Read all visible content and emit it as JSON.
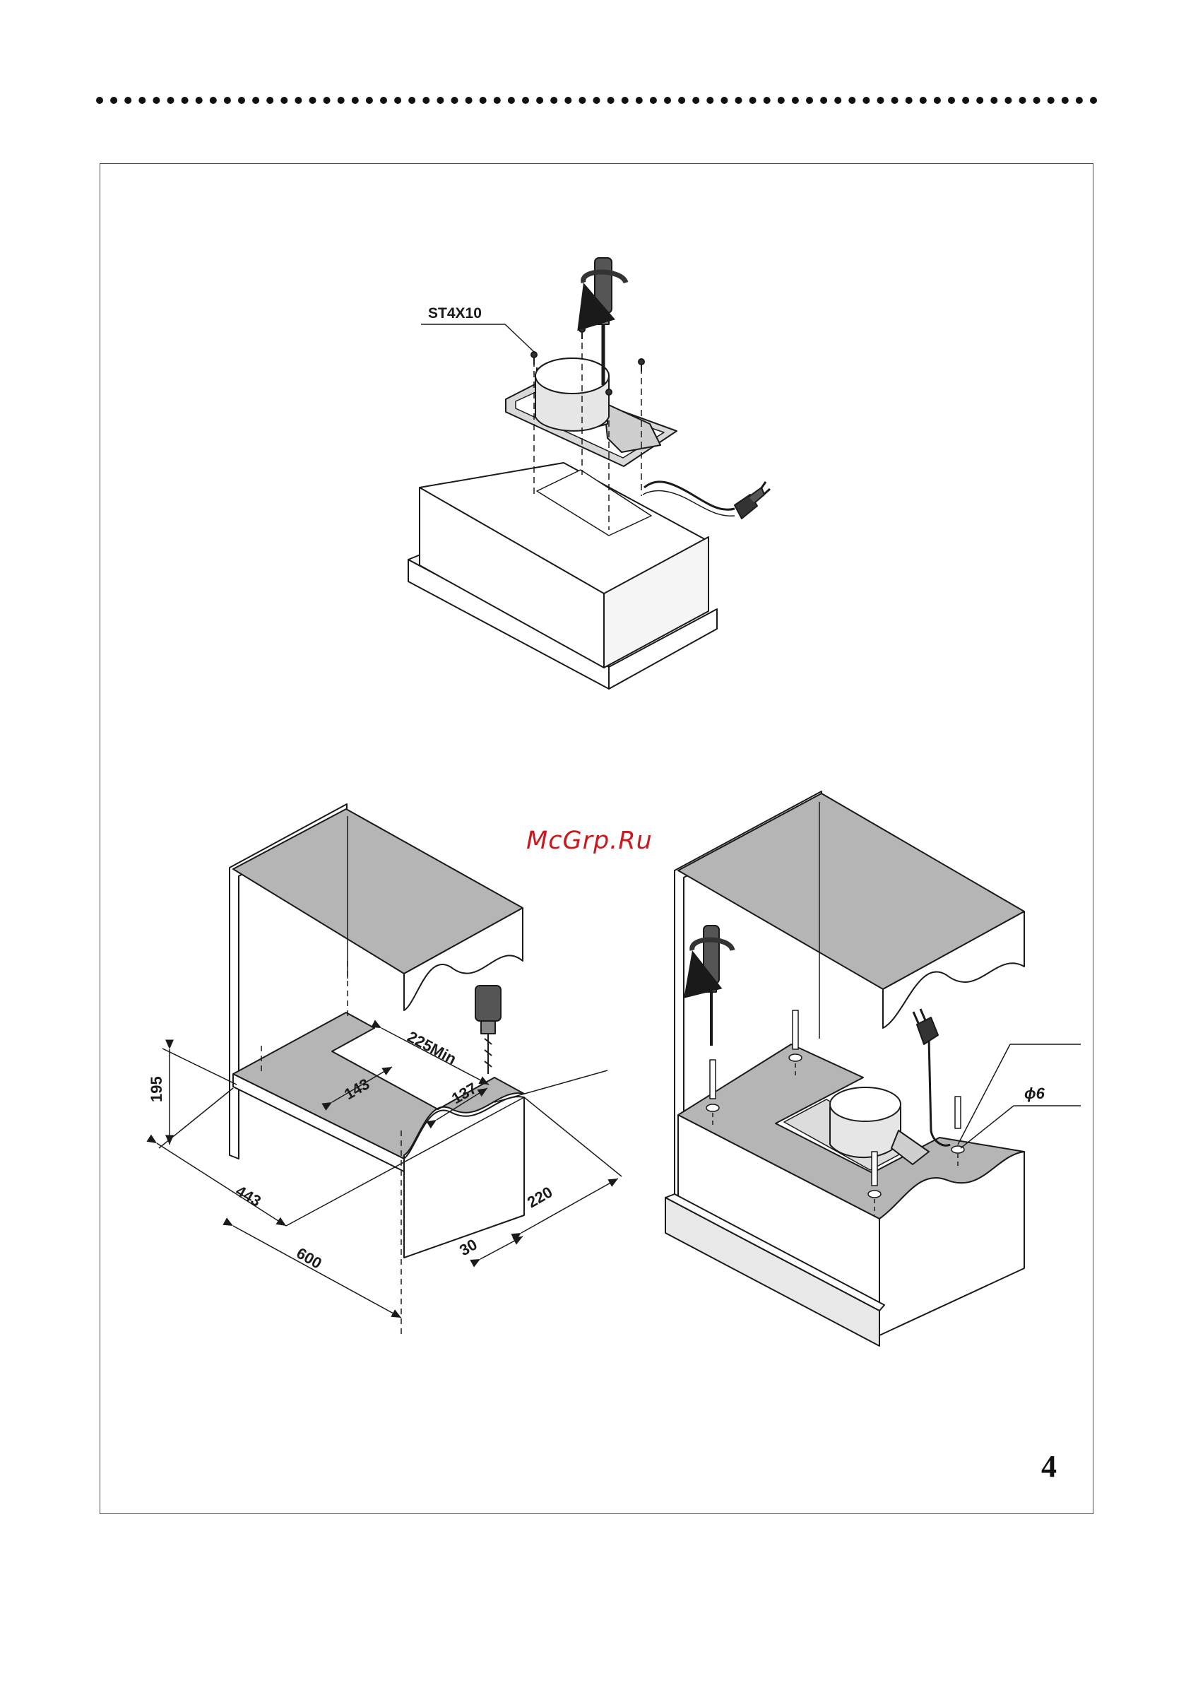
{
  "labels": {
    "screw_spec": "ST4X10",
    "dim_225": "225Min",
    "dim_195": "195",
    "dim_143": "143",
    "dim_137": "137",
    "dim_443": "443",
    "dim_600": "600",
    "dim_220": "220",
    "dim_30": "30",
    "hole_diameter": "ϕ6"
  },
  "watermark": "McGrp.Ru",
  "page_number": "4",
  "colors": {
    "panel_gray": "#b5b5b5",
    "line": "#1a1a1a",
    "watermark": "#c8191e"
  },
  "icons": [
    "screwdriver-icon",
    "drill-icon",
    "power-plug-icon",
    "rotation-arrow-icon"
  ]
}
